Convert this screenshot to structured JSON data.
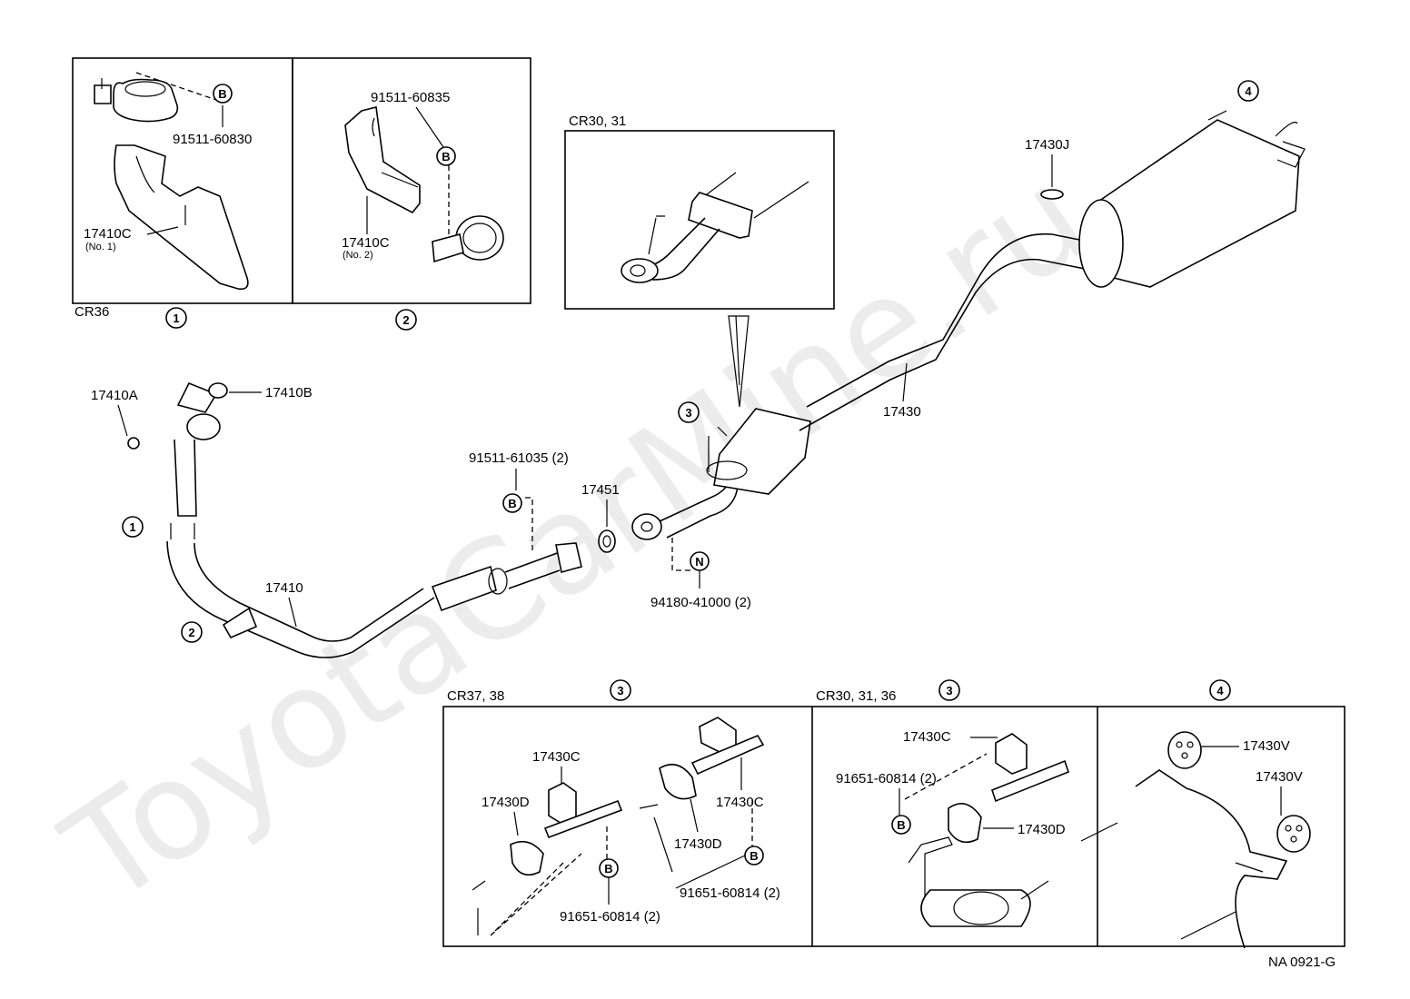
{
  "watermark": "ToyotaCarMine.ru",
  "diagram_code": "NA  0921-G",
  "panels": {
    "cr36": "CR36",
    "cr30_31": "CR30, 31",
    "cr37_38": "CR37, 38",
    "cr30_31_36": "CR30, 31, 36"
  },
  "markers": {
    "b": "B",
    "n": "N",
    "one": "1",
    "two": "2",
    "three": "3",
    "four": "4"
  },
  "parts": {
    "p91511_60830": "91511-60830",
    "p17410c_no1": "17410C",
    "p17410c_no1_sub": "(No. 1)",
    "p91511_60835": "91511-60835",
    "p17410c_no2": "17410C",
    "p17410c_no2_sub": "(No. 2)",
    "p17430j": "17430J",
    "p17410a": "17410A",
    "p17410b": "17410B",
    "p91511_61035": "91511-61035 (2)",
    "p17451": "17451",
    "p17430": "17430",
    "p17410": "17410",
    "p94180_41000": "94180-41000 (2)",
    "p17430c_a": "17430C",
    "p17430d_a": "17430D",
    "p17430c_b": "17430C",
    "p17430d_b": "17430D",
    "p91651_60814_a": "91651-60814 (2)",
    "p91651_60814_b": "91651-60814 (2)",
    "p17430c_c": "17430C",
    "p91651_60814_c": "91651-60814 (2)",
    "p17430d_c": "17430D",
    "p17430v_a": "17430V",
    "p17430v_b": "17430V"
  }
}
